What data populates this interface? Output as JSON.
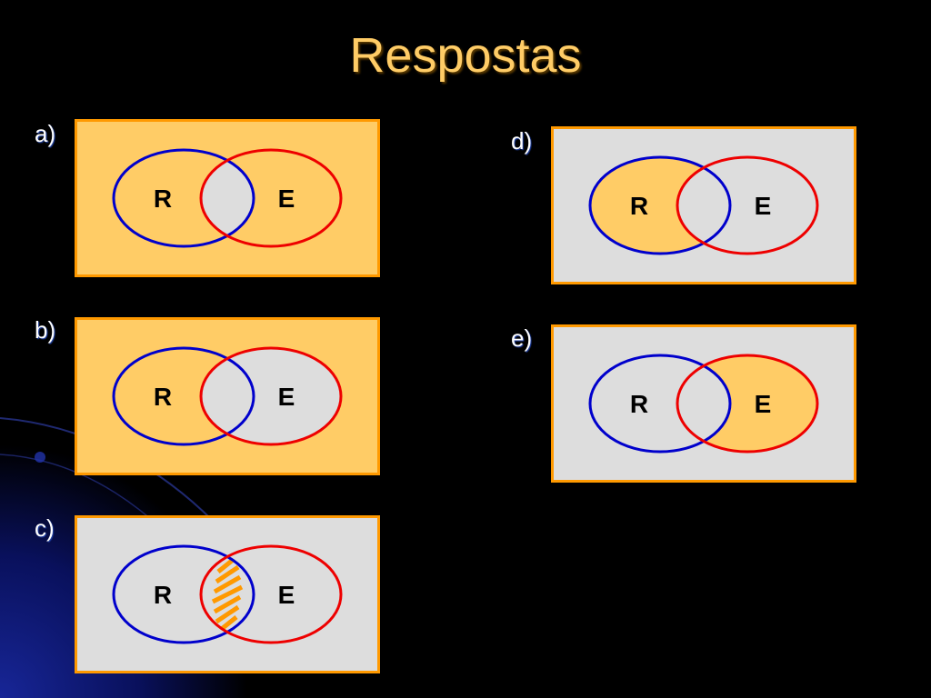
{
  "title": "Respostas",
  "colors": {
    "background": "#000000",
    "title": "#ffcc66",
    "frame": "#ff9900",
    "shaded": "#ffcc66",
    "unshaded": "#dddddd",
    "circle_r": "#0000cc",
    "circle_e": "#ee0000",
    "hatch": "#ff9900"
  },
  "set_labels": {
    "r": "R",
    "e": "E"
  },
  "items": [
    {
      "key": "a",
      "label": "a)",
      "shaded_regions": [
        "universe_outside",
        "r_only",
        "e_only"
      ],
      "hatched": false
    },
    {
      "key": "b",
      "label": "b)",
      "shaded_regions": [
        "universe_outside",
        "r_only"
      ],
      "hatched": false
    },
    {
      "key": "c",
      "label": "c)",
      "shaded_regions": [],
      "hatched": true
    },
    {
      "key": "d",
      "label": "d)",
      "shaded_regions": [
        "r_only"
      ],
      "hatched": false
    },
    {
      "key": "e",
      "label": "e)",
      "shaded_regions": [
        "e_only"
      ],
      "hatched": false
    }
  ]
}
